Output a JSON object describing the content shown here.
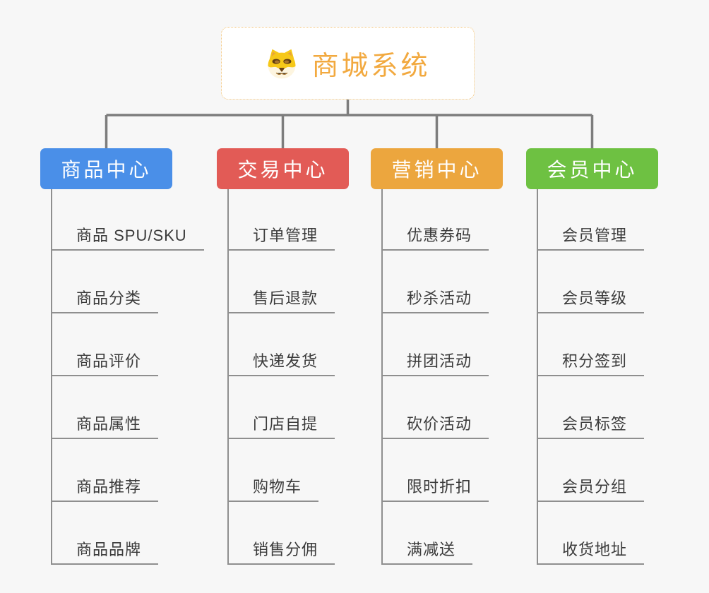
{
  "root": {
    "title": "商城系统",
    "icon": "dog-face-icon",
    "title_color": "#f2a93f",
    "border_color": "#f2c377"
  },
  "colors": {
    "background": "#f7f7f7",
    "connector": "#7d7d7d",
    "leaf_line": "#8f8f8f",
    "leaf_text": "#3b3b3b"
  },
  "branches": [
    {
      "label": "商品中心",
      "color": "#4a8fe8",
      "items": [
        "商品 SPU/SKU",
        "商品分类",
        "商品评价",
        "商品属性",
        "商品推荐",
        "商品品牌"
      ]
    },
    {
      "label": "交易中心",
      "color": "#e25b56",
      "items": [
        "订单管理",
        "售后退款",
        "快递发货",
        "门店自提",
        "购物车",
        "销售分佣"
      ]
    },
    {
      "label": "营销中心",
      "color": "#eca63e",
      "items": [
        "优惠券码",
        "秒杀活动",
        "拼团活动",
        "砍价活动",
        "限时折扣",
        "满减送"
      ]
    },
    {
      "label": "会员中心",
      "color": "#6ec142",
      "items": [
        "会员管理",
        "会员等级",
        "积分签到",
        "会员标签",
        "会员分组",
        "收货地址"
      ]
    }
  ]
}
